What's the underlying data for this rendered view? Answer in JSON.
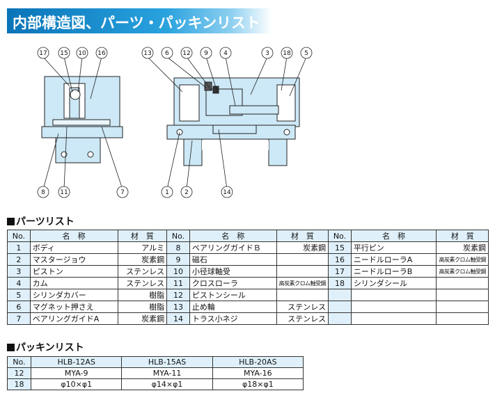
{
  "title": "内部構造図、パーツ・パッキンリスト",
  "diagram": {
    "labels_top_left": [
      "17",
      "15",
      "10",
      "16"
    ],
    "labels_top_right": [
      "13",
      "6",
      "12",
      "9",
      "4",
      "3",
      "18",
      "5"
    ],
    "labels_bottom_left": [
      "8",
      "11",
      "7"
    ],
    "labels_bottom_right": [
      "1",
      "2",
      "14"
    ]
  },
  "parts_section_title": "パーツリスト",
  "parts_headers": {
    "no": "No.",
    "name": "名　称",
    "material": "材　質"
  },
  "parts_columns": [
    [
      {
        "no": "1",
        "name": "ボディ",
        "material": "アルミ"
      },
      {
        "no": "2",
        "name": "マスタージョウ",
        "material": "炭素鋼"
      },
      {
        "no": "3",
        "name": "ピストン",
        "material": "ステンレス"
      },
      {
        "no": "4",
        "name": "カム",
        "material": "ステンレス"
      },
      {
        "no": "5",
        "name": "シリンダカバー",
        "material": "樹脂"
      },
      {
        "no": "6",
        "name": "マグネット押さえ",
        "material": "樹脂"
      },
      {
        "no": "7",
        "name": "ベアリングガイドA",
        "material": "炭素鋼"
      }
    ],
    [
      {
        "no": "8",
        "name": "ベアリングガイドＢ",
        "material": "炭素鋼"
      },
      {
        "no": "9",
        "name": "磁石",
        "material": ""
      },
      {
        "no": "10",
        "name": "小径球軸受",
        "material": ""
      },
      {
        "no": "11",
        "name": "クロスローラ",
        "material": "高炭素クロム軸受鋼"
      },
      {
        "no": "12",
        "name": "ピストンシール",
        "material": ""
      },
      {
        "no": "13",
        "name": "止め輪",
        "material": "ステンレス"
      },
      {
        "no": "14",
        "name": "トラス小ネジ",
        "material": "ステンレス"
      }
    ],
    [
      {
        "no": "15",
        "name": "平行ピン",
        "material": "炭素鋼"
      },
      {
        "no": "16",
        "name": "ニードルローラA",
        "material": "高炭素クロム軸受鋼"
      },
      {
        "no": "17",
        "name": "ニードルローラB",
        "material": "高炭素クロム軸受鋼"
      },
      {
        "no": "18",
        "name": "シリンダシール",
        "material": ""
      },
      {
        "no": "",
        "name": "",
        "material": ""
      },
      {
        "no": "",
        "name": "",
        "material": ""
      },
      {
        "no": "",
        "name": "",
        "material": ""
      }
    ]
  ],
  "packing_section_title": "パッキンリスト",
  "packing_headers": [
    "No.",
    "HLB-12AS",
    "HLB-15AS",
    "HLB-20AS"
  ],
  "packing_rows": [
    [
      "12",
      "MYA-9",
      "MYA-11",
      "MYA-16"
    ],
    [
      "18",
      "φ10×φ1",
      "φ14×φ1",
      "φ18×φ1"
    ]
  ],
  "colors": {
    "banner": "#0a74b8",
    "header_fill": "#dff0fa",
    "drawing_fill": "#cde8f6"
  }
}
